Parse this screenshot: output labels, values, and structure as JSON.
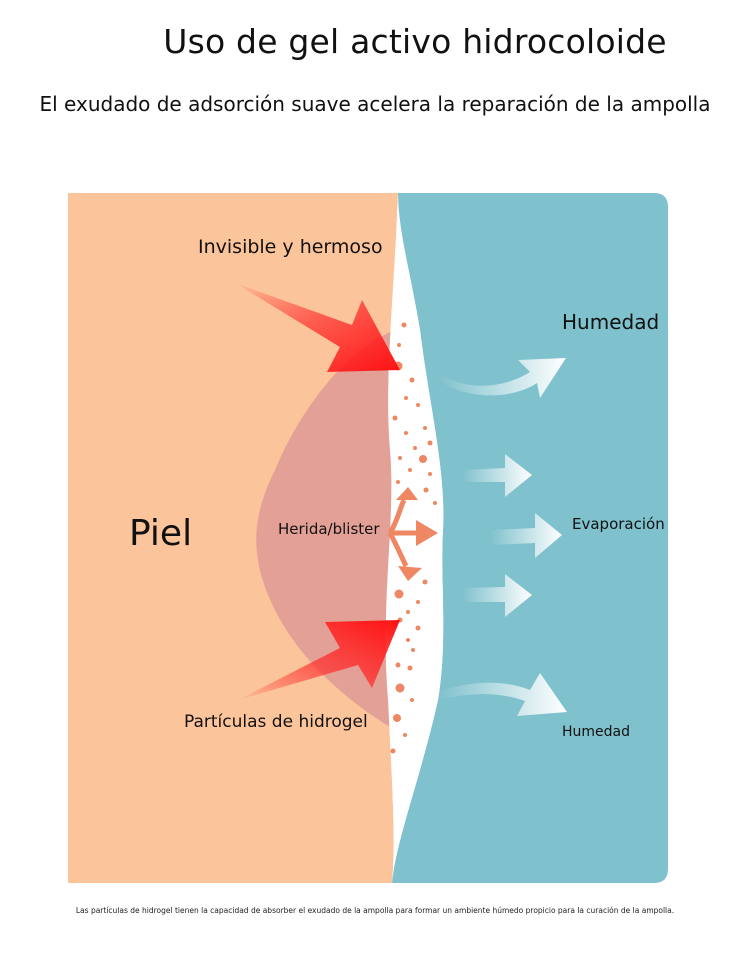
{
  "title": "Uso de gel activo hidrocoloide",
  "subtitle": "El exudado de adsorción suave acelera la reparación de la ampolla",
  "labels": {
    "invisible": "Invisible y hermoso",
    "skin": "Piel",
    "wound": "Herida/blister",
    "particles": "Partículas de hidrogel",
    "moisture_top": "Humedad",
    "evaporation": "Evaporación",
    "moisture_bottom": "Humedad"
  },
  "footnote": "Las partículas de hidrogel tienen la capacidad de absorber el exudado de la ampolla para formar un ambiente húmedo propicio para la curación de la ampolla.",
  "colors": {
    "skin": "#FCC49A",
    "gel": "#7FC1CD",
    "wound": "#E3A096",
    "arrow_red": "#FF1A1A",
    "particle": "#EE8762",
    "vapor_arrow": "#FFFFFF"
  },
  "icons": [
    "red-arrow-icon",
    "vapor-arrow-icon",
    "spread-arrows-icon"
  ]
}
